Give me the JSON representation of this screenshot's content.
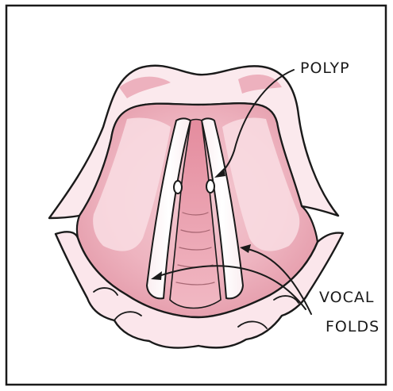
{
  "labels": {
    "polyp": "POLYP",
    "vocal_line1": "VOCAL",
    "vocal_line2": "FOLDS"
  },
  "colors": {
    "ink": "#1a1a1a",
    "pink": "#e7a5b2",
    "pink_light": "#f6d6dc",
    "pink_deep": "#d9798c",
    "background": "#ffffff"
  }
}
